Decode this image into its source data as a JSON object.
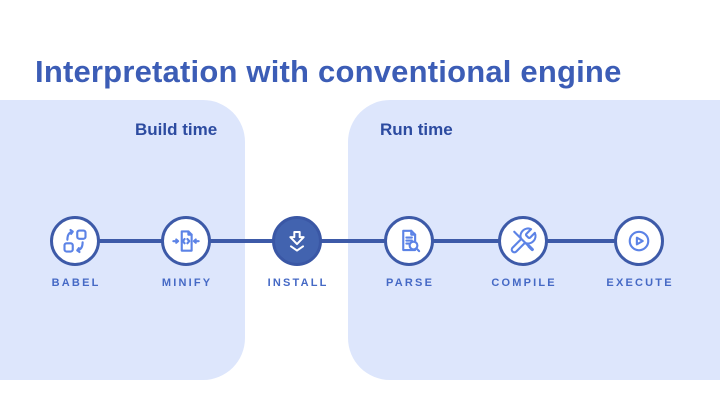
{
  "slide": {
    "title": "Interpretation with conventional engine"
  },
  "sections": {
    "build": {
      "label": "Build time"
    },
    "run": {
      "label": "Run time"
    }
  },
  "steps": [
    {
      "label": "BABEL",
      "icon": "transform-icon"
    },
    {
      "label": "MINIFY",
      "icon": "minify-file-icon"
    },
    {
      "label": "INSTALL",
      "icon": "install-download-icon",
      "emphasized": true
    },
    {
      "label": "PARSE",
      "icon": "parse-search-icon"
    },
    {
      "label": "COMPILE",
      "icon": "compile-tools-icon"
    },
    {
      "label": "EXECUTE",
      "icon": "execute-play-icon"
    }
  ],
  "colors": {
    "background": "#ffffff",
    "title": "#3c5db6",
    "panel_background": "#dde6fc",
    "section_heading": "#2c4ba0",
    "connector": "#3d5aa8",
    "circle_border": "#3d5aa8",
    "install_fill": "#4263af",
    "icon_stroke": "#5c83e6",
    "step_label": "#4569c5"
  }
}
